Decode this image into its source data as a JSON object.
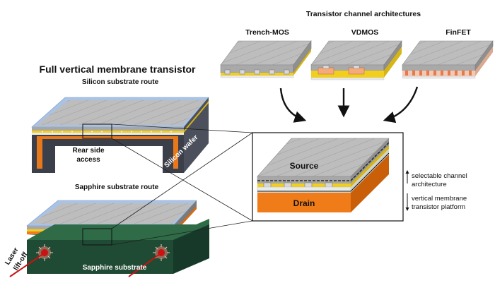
{
  "top": {
    "header": "Transistor channel architectures",
    "labels": [
      "Trench-MOS",
      "VDMOS",
      "FinFET"
    ]
  },
  "left": {
    "title": "Full vertical membrane transistor",
    "silicon_route": "Silicon substrate route",
    "rear_access_line1": "Rear side",
    "rear_access_line2": "access",
    "silicon_wafer": "Silicon wafer",
    "sapphire_route": "Sapphire substrate route",
    "sapphire_substrate": "Sapphire substrate",
    "laser_line1": "Laser",
    "laser_line2": "lift-off"
  },
  "detail": {
    "source": "Source",
    "drain": "Drain",
    "annot1_line1": "selectable channel",
    "annot1_line2": "architecture",
    "annot2_line1": "vertical membrane",
    "annot2_line2": "transistor platform"
  },
  "colors": {
    "gray_top": "#bdbdbd",
    "gray_side": "#9a9a9a",
    "blue_top": "#a9c3e6",
    "yellow": "#f2cf1d",
    "orange": "#f07c19",
    "dark_wafer": "#3a3f4a",
    "green_dark": "#1f4a33",
    "green_mid": "#2f6b47",
    "laser_red": "#cc1111"
  }
}
